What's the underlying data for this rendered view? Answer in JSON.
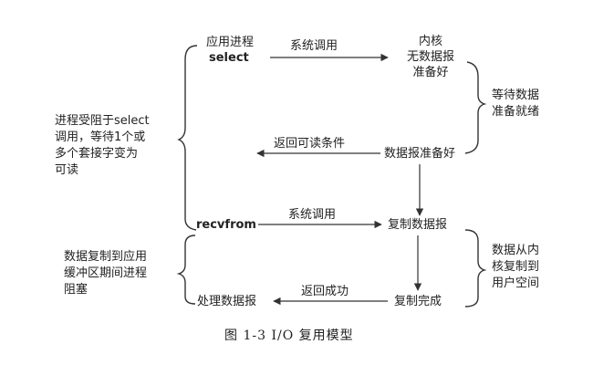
{
  "app": {
    "app_side": {
      "app_process": "应用进程",
      "select_call": "select",
      "recvfrom_call": "recvfrom",
      "process_datagram": "处理数据报"
    },
    "kernel_side": {
      "kernel": "内核",
      "no_datagram": "无数据报",
      "ready_phrase": "准备好",
      "datagram_ready": "数据报准备好",
      "copy_datagram": "复制数据报",
      "copy_done": "复制完成"
    },
    "arrows": {
      "system_call_1": "系统调用",
      "return_readable": "返回可读条件",
      "system_call_2": "系统调用",
      "return_success": "返回成功"
    },
    "notes": {
      "left_top": [
        "进程受阻于select",
        "调用，等待1个或",
        "多个套接字变为",
        "可读"
      ],
      "left_bottom": [
        "数据复制到应用",
        "缓冲区期间进程",
        "阻塞"
      ],
      "right_top": [
        "等待数据",
        "准备就绪"
      ],
      "right_bottom": [
        "数据从内",
        "核复制到",
        "用户空间"
      ]
    },
    "caption": "图 1-3   I/O 复用模型"
  }
}
